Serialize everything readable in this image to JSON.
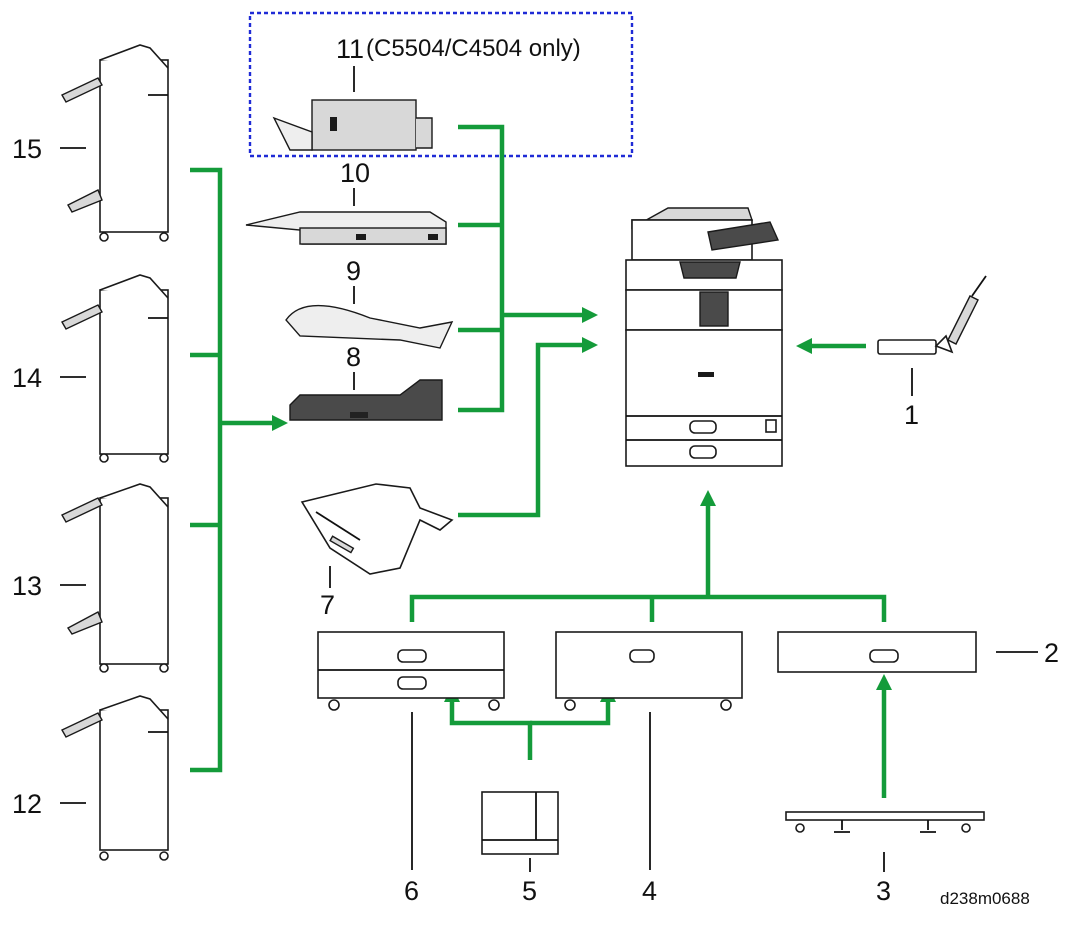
{
  "colors": {
    "connector": "#149b3a",
    "dashed_box": "#1f2bd6",
    "outline": "#1a1a1a"
  },
  "components": [
    {
      "number": "1",
      "icon": "attachment-arm-icon"
    },
    {
      "number": "2",
      "icon": "single-tray-unit-icon"
    },
    {
      "number": "3",
      "icon": "caster-table-icon"
    },
    {
      "number": "4",
      "icon": "large-capacity-tray-icon"
    },
    {
      "number": "5",
      "icon": "side-lct-box-icon"
    },
    {
      "number": "6",
      "icon": "two-tray-unit-icon"
    },
    {
      "number": "7",
      "icon": "output-tray-icon"
    },
    {
      "number": "8",
      "icon": "dark-tray-unit-icon"
    },
    {
      "number": "9",
      "icon": "curved-output-tray-icon"
    },
    {
      "number": "10",
      "icon": "bridge-unit-icon"
    },
    {
      "number": "11",
      "icon": "internal-finisher-icon"
    },
    {
      "number": "12",
      "icon": "finisher-icon"
    },
    {
      "number": "13",
      "icon": "finisher-icon"
    },
    {
      "number": "14",
      "icon": "finisher-icon"
    },
    {
      "number": "15",
      "icon": "finisher-icon"
    }
  ],
  "note_11": "(C5504/C4504 only)",
  "figure_code": "d238m0688"
}
